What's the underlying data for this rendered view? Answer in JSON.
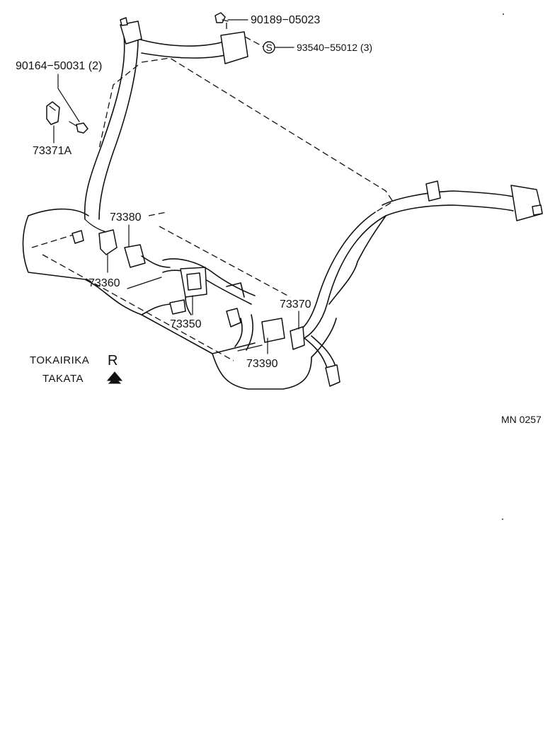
{
  "diagram": {
    "parts": [
      {
        "id": "p90189",
        "label": "90189−05023"
      },
      {
        "id": "p93540",
        "label": "93540−55012 (3)",
        "marker": "S"
      },
      {
        "id": "p90164",
        "label": "90164−50031 (2)"
      },
      {
        "id": "p73371A",
        "label": "73371A"
      },
      {
        "id": "p73380",
        "label": "73380"
      },
      {
        "id": "p73360",
        "label": "73360"
      },
      {
        "id": "p73370",
        "label": "73370"
      },
      {
        "id": "p73350",
        "label": "73350"
      },
      {
        "id": "p73390",
        "label": "73390"
      }
    ],
    "legend": [
      {
        "label": "TOKAIRIKA",
        "symbol": "R"
      },
      {
        "label": "TAKATA",
        "symbol": "takata-mark"
      }
    ],
    "code": "MN 0257"
  }
}
